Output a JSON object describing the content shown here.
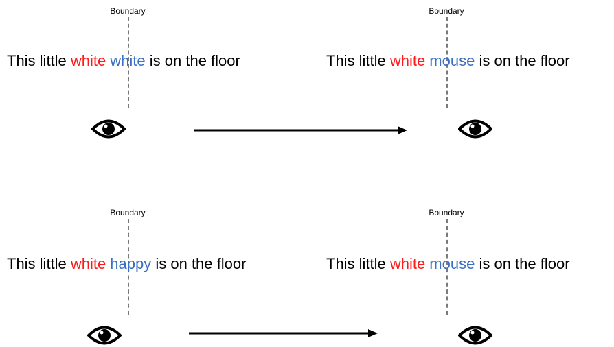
{
  "panels": [
    {
      "left": {
        "boundary_label": "Boundary",
        "prefix": "This little",
        "highlight": "white",
        "preview": "white",
        "suffix": "is on the floor"
      },
      "right": {
        "boundary_label": "Boundary",
        "prefix": "This little",
        "highlight": "white",
        "preview": "mouse",
        "suffix": "is on the floor"
      }
    },
    {
      "left": {
        "boundary_label": "Boundary",
        "prefix": "This little",
        "highlight": "white",
        "preview": "happy",
        "suffix": "is on the floor"
      },
      "right": {
        "boundary_label": "Boundary",
        "prefix": "This little",
        "highlight": "white",
        "preview": "mouse",
        "suffix": "is on the floor"
      }
    }
  ],
  "colors": {
    "fixated_word": "#ff1a1a",
    "parafoveal_word": "#3a6fc4",
    "boundary_line": "#7a7a7a"
  },
  "icons": [
    "eye-icon",
    "arrow-right-icon"
  ]
}
